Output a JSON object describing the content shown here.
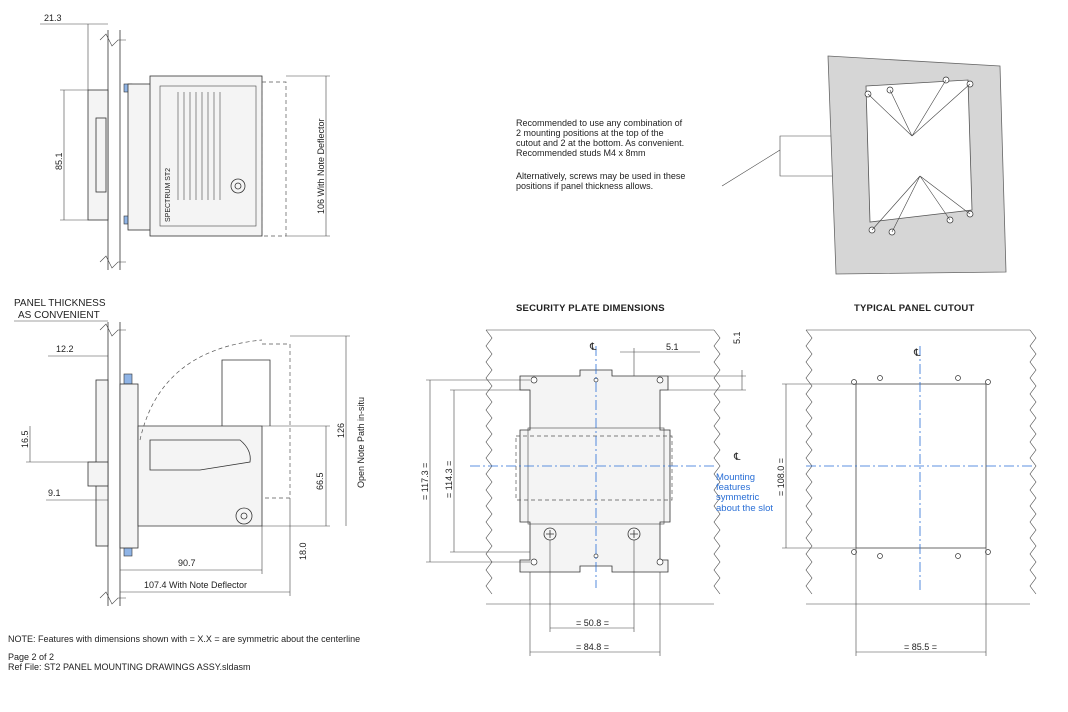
{
  "top_view": {
    "dim_depth": "21.3",
    "dim_height": "85.1",
    "dim_deflector": "106 With Note Deflector",
    "device_label": "SPECTRUM ST2"
  },
  "side_view": {
    "panel_label_1": "PANEL THICKNESS",
    "panel_label_2": "AS CONVENIENT",
    "dim_12_2": "12.2",
    "dim_16_5": "16.5",
    "dim_9_1": "9.1",
    "dim_66_5": "66.5",
    "dim_126": "126",
    "dim_18_0": "18.0",
    "dim_90_7": "90.7",
    "dim_107_4": "107.4 With Note Deflector",
    "open_note_path": "Open Note Path in-situ"
  },
  "mounting_note": {
    "line1": "Recommended to use any combination of",
    "line2": "2 mounting positions at the top of the",
    "line3": "cutout and 2 at the bottom.  As convenient.",
    "line4": "Recommended studs M4 x 8mm",
    "line5": "Alternatively, screws may be used in these",
    "line6": "positions if panel thickness allows."
  },
  "security_plate": {
    "title": "SECURITY PLATE DIMENSIONS",
    "dim_117_3": "= 117.3 =",
    "dim_114_3": "= 114.3 =",
    "dim_5_1_h": "5.1",
    "dim_5_1_v": "5.1",
    "dim_50_8": "= 50.8 =",
    "dim_84_8": "= 84.8 =",
    "mounting_1": "Mounting",
    "mounting_2": "features",
    "mounting_3": "symmetric",
    "mounting_4": "about the slot",
    "centerline": "℄"
  },
  "panel_cutout": {
    "title": "TYPICAL PANEL CUTOUT",
    "dim_108_0": "= 108.0 =",
    "dim_85_5": "= 85.5 =",
    "centerline": "℄"
  },
  "footer": {
    "note": "NOTE: Features with dimensions shown with = X.X = are symmetric about the centerline",
    "page": "Page 2 of 2",
    "ref_file": "Ref File: ST2 PANEL MOUNTING DRAWINGS ASSY.sldasm"
  }
}
